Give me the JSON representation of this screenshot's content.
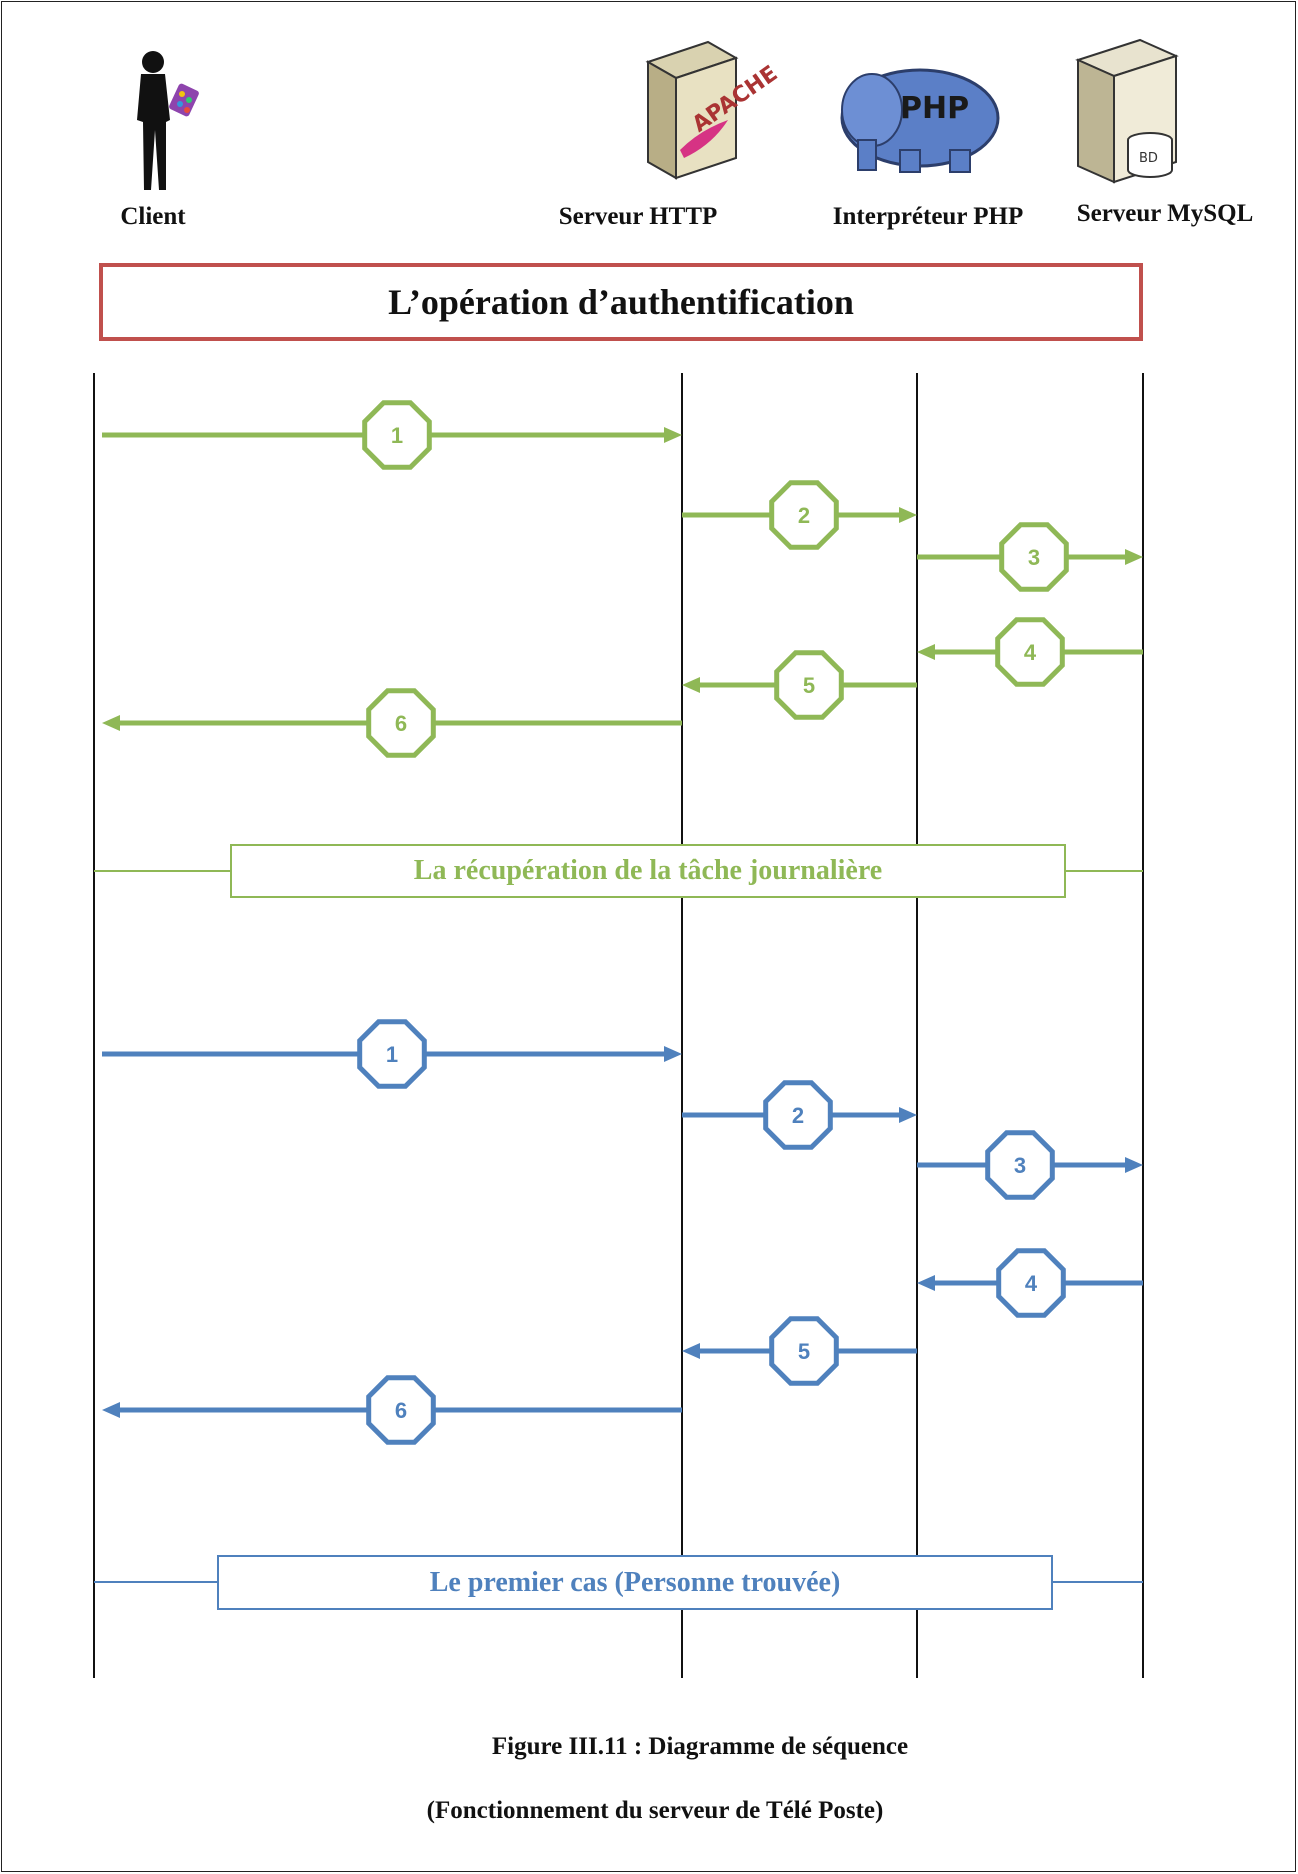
{
  "actors": [
    {
      "id": "client",
      "label": "Client",
      "icon": "person-icon"
    },
    {
      "id": "http",
      "label": "Serveur HTTP",
      "icon": "apache-server-icon"
    },
    {
      "id": "php",
      "label": "Interpréteur PHP",
      "icon": "php-elephant-icon"
    },
    {
      "id": "mysql",
      "label": "Serveur MySQL",
      "icon": "database-server-icon"
    }
  ],
  "server_icon_texts": {
    "apache": "APACHE",
    "php": "PHP",
    "db": "BD"
  },
  "title": "L’opération d’authentification",
  "sections": [
    {
      "label": "La récupération de la tâche journalière",
      "color": "#8fb856",
      "messages": [
        {
          "step": "1",
          "from": "client",
          "to": "http"
        },
        {
          "step": "2",
          "from": "http",
          "to": "php"
        },
        {
          "step": "3",
          "from": "php",
          "to": "mysql"
        },
        {
          "step": "4",
          "from": "mysql",
          "to": "php"
        },
        {
          "step": "5",
          "from": "php",
          "to": "http"
        },
        {
          "step": "6",
          "from": "http",
          "to": "client"
        }
      ]
    },
    {
      "label": "Le premier cas  (Personne trouvée)",
      "color": "#4f81bd",
      "messages": [
        {
          "step": "1",
          "from": "client",
          "to": "http"
        },
        {
          "step": "2",
          "from": "http",
          "to": "php"
        },
        {
          "step": "3",
          "from": "php",
          "to": "mysql"
        },
        {
          "step": "4",
          "from": "mysql",
          "to": "php"
        },
        {
          "step": "5",
          "from": "php",
          "to": "http"
        },
        {
          "step": "6",
          "from": "http",
          "to": "client"
        }
      ]
    }
  ],
  "caption": {
    "line1": "Figure III.11 : Diagramme de séquence",
    "line2": "(Fonctionnement du serveur de Télé Poste)"
  },
  "colors": {
    "title_border": "#c0504d",
    "lifeline": "#111111"
  }
}
